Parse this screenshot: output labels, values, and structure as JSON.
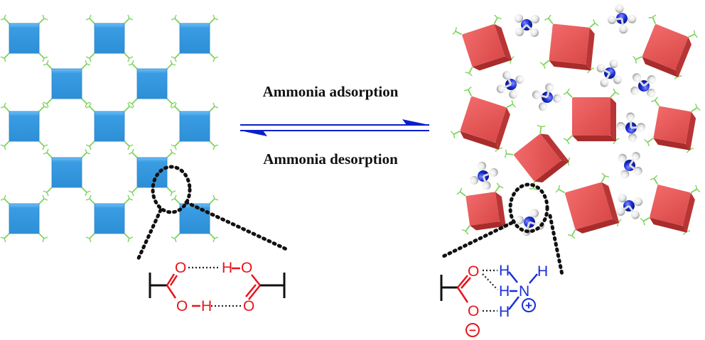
{
  "process": {
    "forward_label": "Ammonia adsorption",
    "reverse_label": "Ammonia desorption"
  },
  "left_motif": {
    "atoms": {
      "o_top_left": "O",
      "h_top": "H",
      "o_top_right": "O",
      "o_bottom_left": "O",
      "h_bottom": "H",
      "o_bottom_right": "O"
    }
  },
  "right_motif": {
    "atoms": {
      "o_top": "O",
      "o_bottom": "O",
      "h_1": "H",
      "h_2": "H",
      "h_3": "H",
      "h_4": "H",
      "n": "N"
    },
    "charges": {
      "negative": "−",
      "positive": "+"
    }
  },
  "colors": {
    "framework_blue": "#3a9de3",
    "framework_red": "#e05555",
    "linker_green": "#7cd35c",
    "oxygen_red": "#e8141c",
    "nitrogen_blue": "#1a2fd6",
    "arrow_blue": "#0a1ecc",
    "hbond_dots": "#222222"
  }
}
